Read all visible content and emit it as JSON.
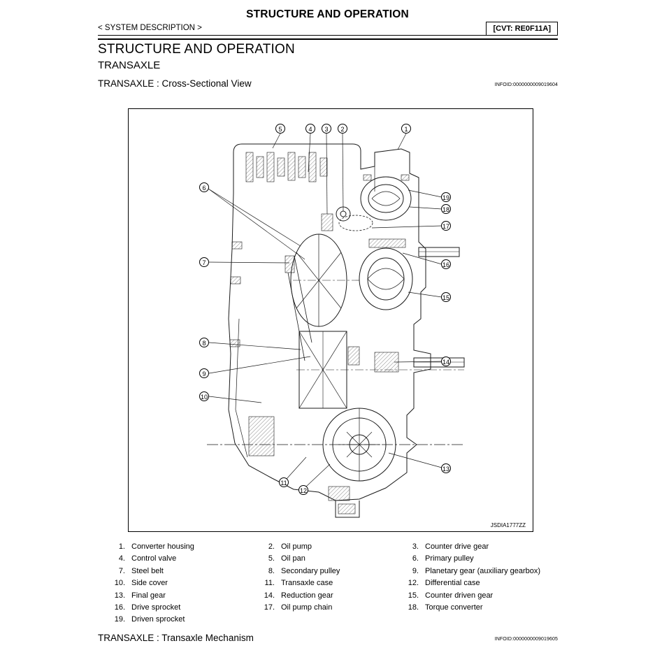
{
  "header": {
    "title": "STRUCTURE AND OPERATION",
    "breadcrumb": "< SYSTEM DESCRIPTION >",
    "model_badge": "[CVT: RE0F11A]"
  },
  "body": {
    "main_heading": "STRUCTURE AND OPERATION",
    "sub_heading": "TRANSAXLE"
  },
  "cross_section": {
    "heading": "TRANSAXLE : Cross-Sectional View",
    "infoid": "INFOID:0000000009019604",
    "figure": {
      "code": "JSDIA1777ZZ",
      "callouts": [
        "1",
        "2",
        "3",
        "4",
        "5",
        "6",
        "7",
        "8",
        "9",
        "10",
        "11",
        "12",
        "13",
        "14",
        "15",
        "16",
        "17",
        "18",
        "19"
      ]
    },
    "legend": [
      {
        "num": "1.",
        "label": "Converter housing"
      },
      {
        "num": "2.",
        "label": "Oil pump"
      },
      {
        "num": "3.",
        "label": "Counter drive gear"
      },
      {
        "num": "4.",
        "label": "Control valve"
      },
      {
        "num": "5.",
        "label": "Oil pan"
      },
      {
        "num": "6.",
        "label": "Primary pulley"
      },
      {
        "num": "7.",
        "label": "Steel belt"
      },
      {
        "num": "8.",
        "label": "Secondary pulley"
      },
      {
        "num": "9.",
        "label": "Planetary gear (auxiliary gearbox)"
      },
      {
        "num": "10.",
        "label": "Side cover"
      },
      {
        "num": "11.",
        "label": "Transaxle case"
      },
      {
        "num": "12.",
        "label": "Differential case"
      },
      {
        "num": "13.",
        "label": "Final gear"
      },
      {
        "num": "14.",
        "label": "Reduction gear"
      },
      {
        "num": "15.",
        "label": "Counter driven gear"
      },
      {
        "num": "16.",
        "label": "Drive sprocket"
      },
      {
        "num": "17.",
        "label": "Oil pump chain"
      },
      {
        "num": "18.",
        "label": "Torque converter"
      },
      {
        "num": "19.",
        "label": "Driven sprocket"
      }
    ]
  },
  "next_section": {
    "heading": "TRANSAXLE : Transaxle Mechanism",
    "infoid": "INFOID:0000000009019605"
  }
}
